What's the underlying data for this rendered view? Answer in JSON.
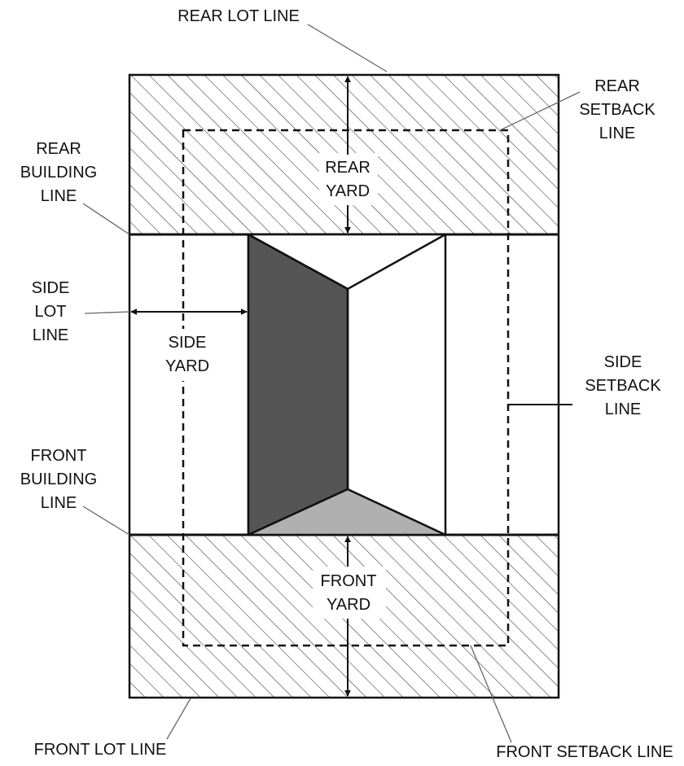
{
  "labels": {
    "rear_lot_line": "REAR LOT LINE",
    "rear_setback_line": [
      "REAR",
      "SETBACK",
      "LINE"
    ],
    "rear_building_line": [
      "REAR",
      "BUILDING",
      "LINE"
    ],
    "rear_yard": [
      "REAR",
      "YARD"
    ],
    "side_lot_line": [
      "SIDE",
      "LOT",
      "LINE"
    ],
    "side_yard": [
      "SIDE",
      "YARD"
    ],
    "side_setback_line": [
      "SIDE",
      "SETBACK",
      "LINE"
    ],
    "front_building_line": [
      "FRONT",
      "BUILDING",
      "LINE"
    ],
    "front_yard": [
      "FRONT",
      "YARD"
    ],
    "front_lot_line": "FRONT LOT LINE",
    "front_setback_line": "FRONT SETBACK LINE"
  },
  "colors": {
    "line": "#111111",
    "hatch": "#333333",
    "building_dark": "#555555",
    "building_light": "#b0b0b0",
    "building_face": "#ffffff"
  }
}
